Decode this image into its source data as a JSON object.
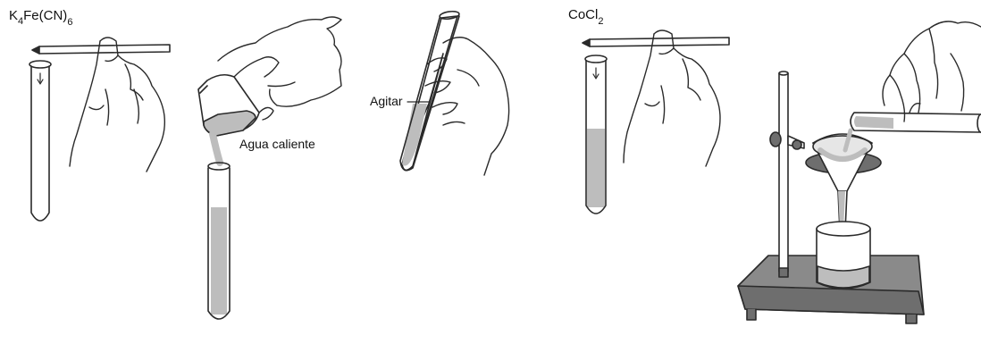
{
  "labels": {
    "reagent1": {
      "base": "K",
      "sub1": "4",
      "mid": "Fe(CN)",
      "sub2": "6"
    },
    "hot_water": "Agua caliente",
    "shake": "Agitar",
    "reagent2": {
      "base": "CoCl",
      "sub1": "2"
    }
  },
  "colors": {
    "outline": "#2a2a2a",
    "liquid": "#bdbdbd",
    "background": "#ffffff"
  },
  "steps": [
    {
      "action": "add-reagent-dropper",
      "reagent_label": "labels.reagent1"
    },
    {
      "action": "pour-hot-water",
      "text_label": "labels.hot_water"
    },
    {
      "action": "shake-tube",
      "text_label": "labels.shake"
    },
    {
      "action": "add-reagent-dropper",
      "reagent_label": "labels.reagent2"
    },
    {
      "action": "filtration",
      "apparatus": [
        "ring-stand",
        "funnel",
        "beaker",
        "test-tube"
      ]
    }
  ]
}
